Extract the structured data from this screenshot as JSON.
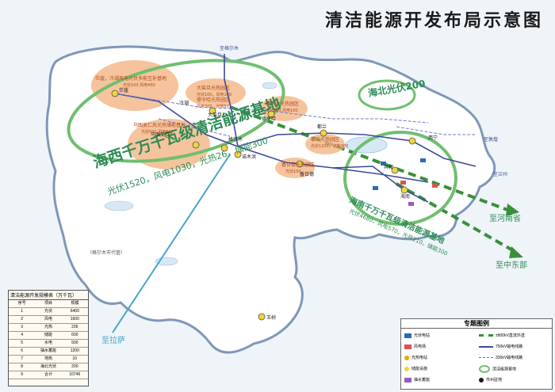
{
  "title": "清洁能源开发布局示意图",
  "bases": {
    "haixi": {
      "name": "海西千万千瓦级清洁能源基地",
      "detail": "光伏1520，风电1030，光热26，储能300",
      "color": "#2e8b57"
    },
    "hainan": {
      "name": "海南千万千瓦级清洁能源基地",
      "detail": "光伏4680，风电570，光热210，储能300",
      "color": "#2e8b57"
    },
    "haibei": {
      "name": "海北光伏200"
    }
  },
  "zones": [
    {
      "title": "茫崖，冷湖风电光伏多能互补基地",
      "sub": "光伏100  风电400"
    },
    {
      "title": "大柴旦光热园区",
      "sub": "光伏100，风电100"
    },
    {
      "title": "格尔木光热园区",
      "sub": "光伏100  风电100"
    },
    {
      "title": "德令哈光热园区",
      "sub": "风电300，光热50"
    },
    {
      "title": "乌图美仁风光热储能基地",
      "sub": "光伏500  风电500"
    },
    {
      "title": "都兰光热园区",
      "sub": "光伏1200，储能300"
    },
    {
      "title": "香日德光热园区",
      "sub": "光伏100"
    }
  ],
  "cities": [
    "茫崖",
    "冷湖",
    "大柴旦",
    "德令哈",
    "格尔木",
    "乌图美仁",
    "诺木洪",
    "都兰",
    "香日德",
    "西宁",
    "共和",
    "海南",
    "玉树"
  ],
  "directions": [
    "至河南省",
    "至中东部",
    "至拉萨",
    "至格尔木",
    "至敦煌",
    "至兰州"
  ],
  "place_note": "（格尔木市代管）",
  "scale_table": {
    "caption": "清洁能源开发规模表（万千瓦）",
    "rows": [
      [
        "序号",
        "项目",
        "规模"
      ],
      [
        "1",
        "光伏",
        "6400"
      ],
      [
        "2",
        "风电",
        "1600"
      ],
      [
        "3",
        "光热",
        "236"
      ],
      [
        "4",
        "储能",
        "600"
      ],
      [
        "5",
        "水电",
        "500"
      ],
      [
        "6",
        "抽水蓄能",
        "1200"
      ],
      [
        "7",
        "地热",
        "10"
      ],
      [
        "8",
        "海北光伏",
        "200"
      ],
      [
        "9",
        "合计",
        "10746"
      ]
    ]
  },
  "legend": {
    "title": "专题图例",
    "items": [
      {
        "label": "光伏电站",
        "color": "#2b6cb0",
        "kind": "box"
      },
      {
        "label": "风电场",
        "color": "#d9534f",
        "kind": "box"
      },
      {
        "label": "光热电站",
        "color": "#f0a500",
        "kind": "dot"
      },
      {
        "label": "储能设施",
        "color": "#f2d43b",
        "kind": "dot"
      },
      {
        "label": "抽水蓄能",
        "color": "#9b59b6",
        "kind": "box"
      },
      {
        "label": "±800kV直流外送",
        "color": "#3a8f3a",
        "kind": "dash"
      },
      {
        "label": "750kV输电线路",
        "color": "#3b4a9c",
        "kind": "line"
      },
      {
        "label": "330kV输电线路",
        "color": "#5b6fd0",
        "kind": "dashline"
      },
      {
        "label": "清洁能源基地",
        "color": "#6fbf6f",
        "kind": "ring"
      },
      {
        "label": "市州驻地",
        "color": "#1a1a1a",
        "kind": "dot"
      }
    ]
  },
  "colors": {
    "land": "#ffffff",
    "water": "#d7e8f5",
    "zone": "#f2b07c",
    "base_ring": "#6fbf6f",
    "uhv": "#3a8f3a",
    "grid750": "#3b4a9c",
    "grid330": "#6b7bd6",
    "lhasa": "#4aa3c7"
  }
}
